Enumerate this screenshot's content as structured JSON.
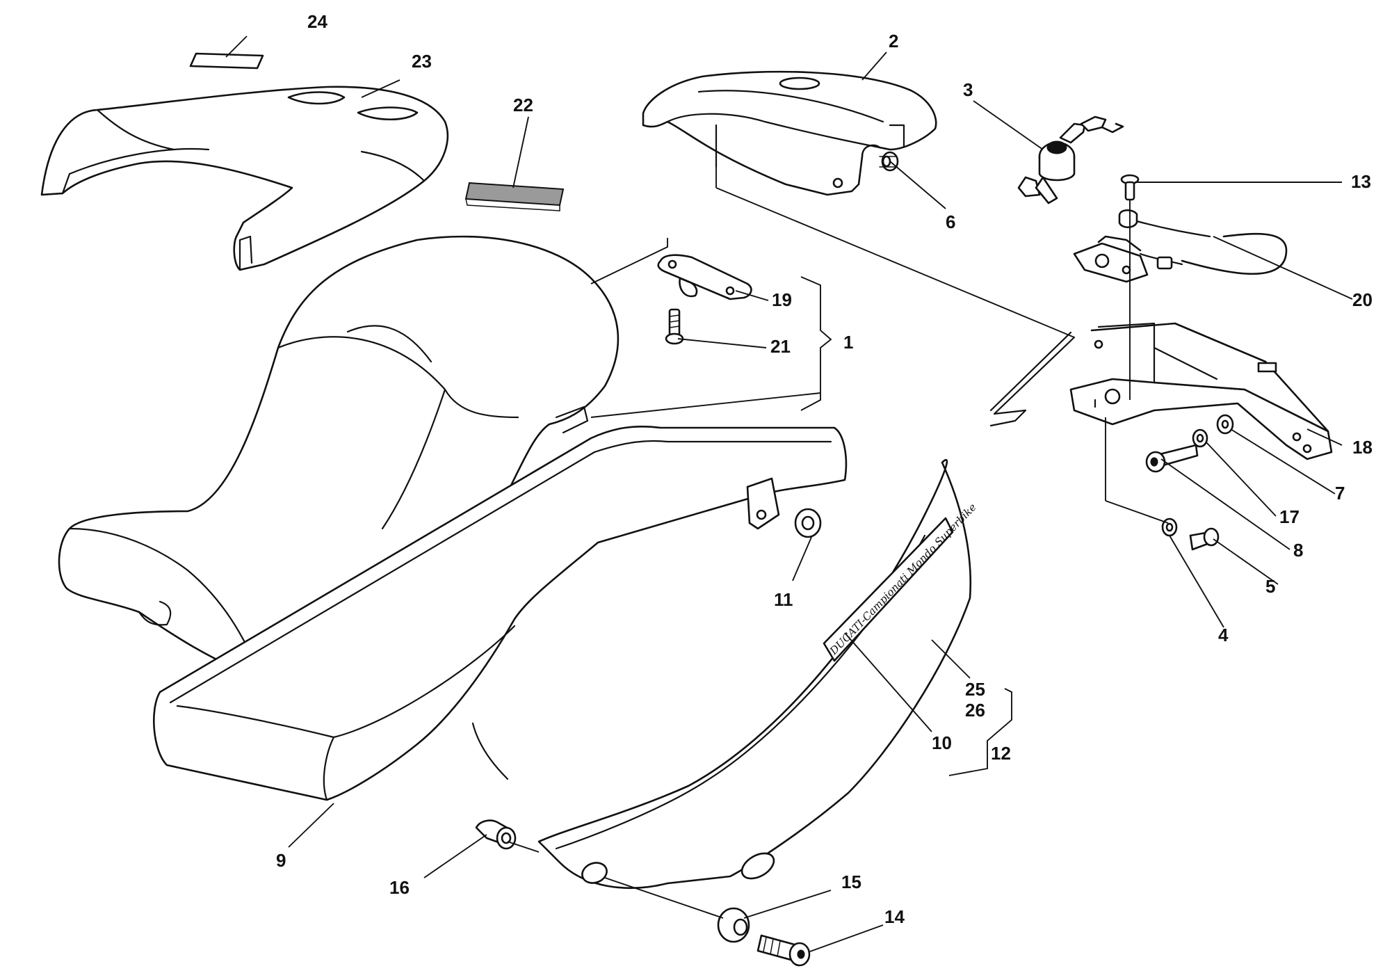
{
  "diagram": {
    "callouts": [
      "1",
      "2",
      "3",
      "4",
      "5",
      "6",
      "7",
      "8",
      "9",
      "10",
      "11",
      "12",
      "13",
      "14",
      "15",
      "16",
      "17",
      "18",
      "19",
      "20",
      "21",
      "22",
      "23",
      "24",
      "25",
      "26"
    ],
    "plate_text": "DUCATI-Campionati Mondo Superbike"
  }
}
